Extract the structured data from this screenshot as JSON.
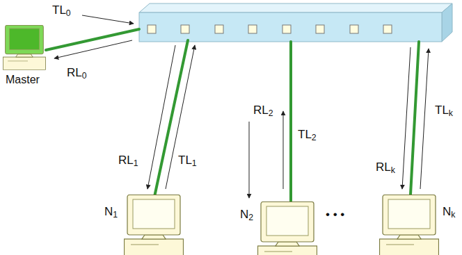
{
  "diagram": {
    "nodes": [
      {
        "text": [
          "Master"
        ]
      },
      {
        "text": [
          "N1"
        ]
      },
      {
        "text": [
          "N2"
        ]
      },
      {
        "text": [
          "Nk"
        ]
      }
    ],
    "labels": [
      "TL0",
      "RL0",
      "RL1",
      "TL1",
      "RL2",
      "TL2",
      "TLk",
      "RLk",
      "• • •"
    ]
  }
}
